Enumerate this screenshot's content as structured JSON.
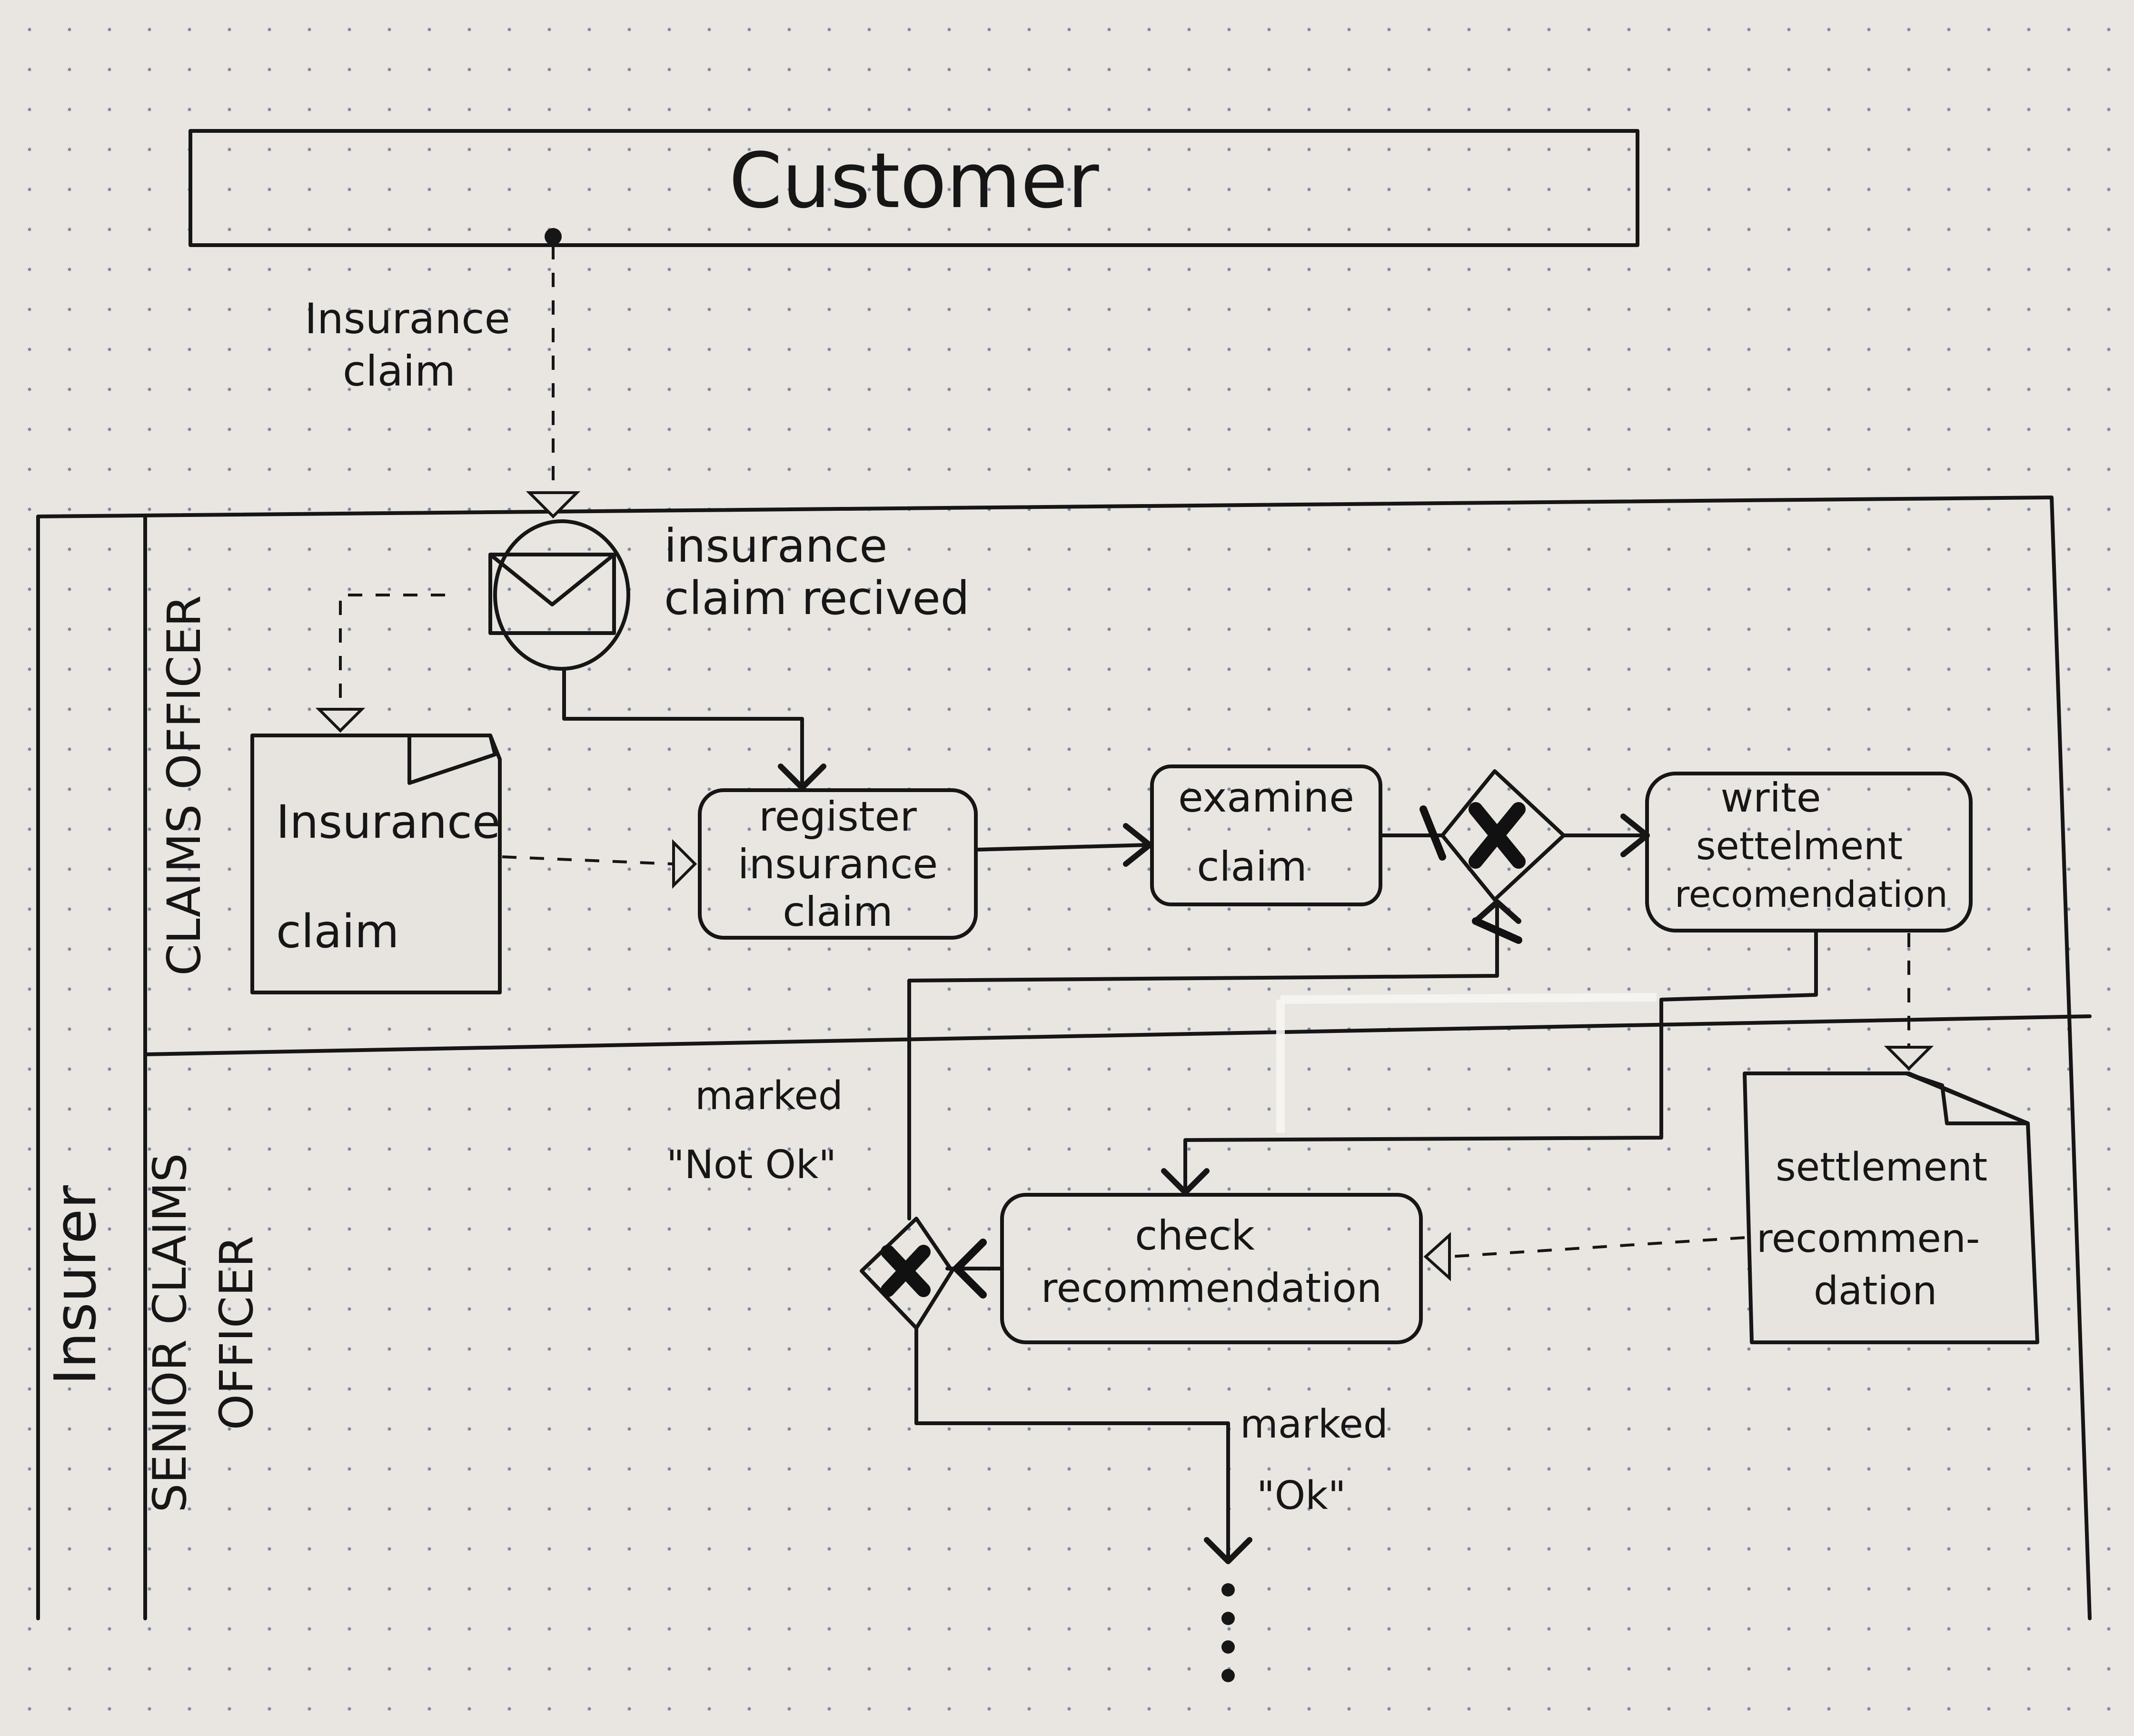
{
  "pools": {
    "customer": {
      "label": "Customer"
    },
    "insurer": {
      "label": "Insurer"
    }
  },
  "lanes": {
    "claims_officer": {
      "label": "CLAIMS OFFICER"
    },
    "senior_claims_officer": {
      "line1": "SENIOR CLAIMS",
      "line2": "OFFICER"
    }
  },
  "message_flow": {
    "label_line1": "Insurance",
    "label_line2": "claim"
  },
  "start_event": {
    "icon": "envelope-icon",
    "label_line1": "insurance",
    "label_line2": "claim recived"
  },
  "data_objects": {
    "insurance_claim": {
      "line1": "Insurance",
      "line2": "claim"
    },
    "settlement_recommendation": {
      "line1": "settlement",
      "line2": "recommen-",
      "line3": "dation"
    }
  },
  "tasks": {
    "register": {
      "line1": "register",
      "line2": "insurance",
      "line3": "claim"
    },
    "examine": {
      "line1": "examine",
      "line2": "claim"
    },
    "write": {
      "line1": "write",
      "line2": "settelment",
      "line3": "recomendation"
    },
    "check": {
      "line1": "check",
      "line2": "recommendation"
    }
  },
  "gateways": {
    "claims_officer_gateway": {
      "type": "exclusive",
      "icon": "x-icon"
    },
    "senior_gateway": {
      "type": "exclusive",
      "icon": "x-icon"
    }
  },
  "flow_labels": {
    "not_ok": {
      "line1": "marked",
      "line2": "\"Not Ok\""
    },
    "ok": {
      "line1": "marked",
      "line2": "\"Ok\""
    }
  },
  "colors": {
    "ink": "#161616",
    "paper": "#e9e6e1",
    "grid_dots": "#7d8aa8"
  }
}
